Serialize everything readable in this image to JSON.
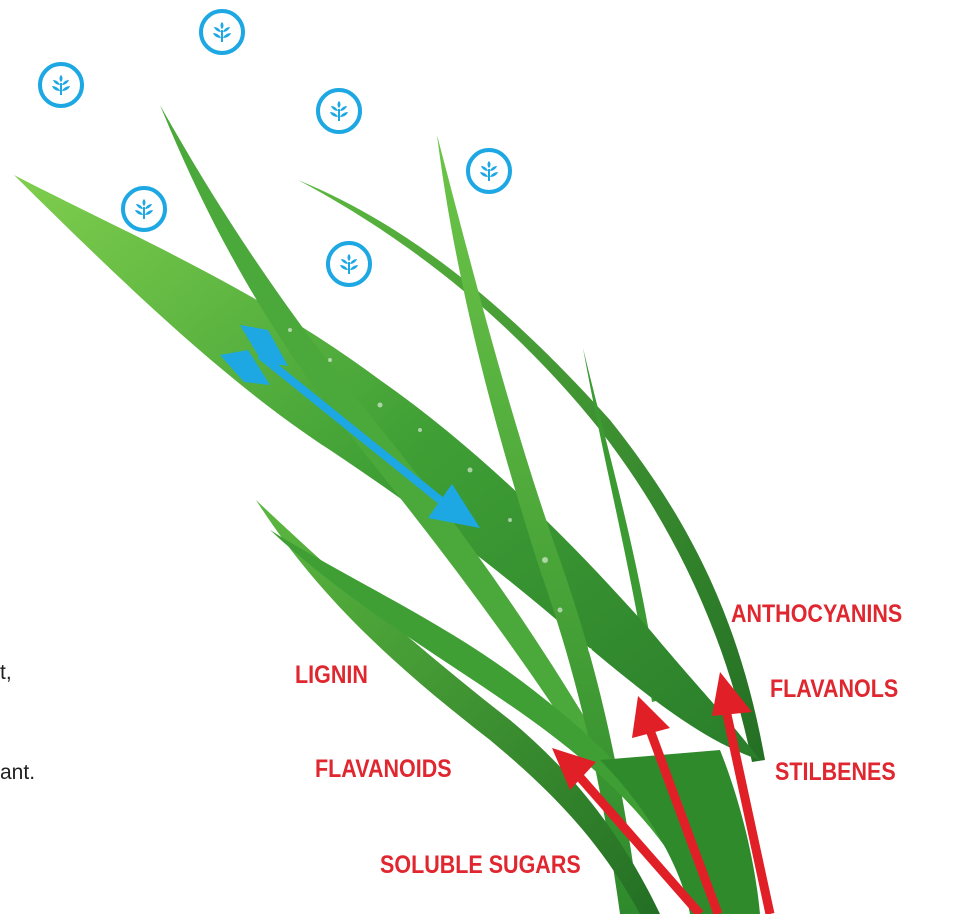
{
  "colors": {
    "label_red": "#e0262e",
    "icon_blue": "#1da8e4",
    "leaf_green": "#43a83a",
    "arrow_red": "#e11f26"
  },
  "icons": {
    "badge_icon": "sprout-leaves-icon"
  },
  "labels": {
    "anthocyanins": "ANTHOCYANINS",
    "flavanols": "FLAVANOLS",
    "stilbenes": "STILBENES",
    "lignin": "LIGNIN",
    "flavanoids": "FLAVANOIDS",
    "soluble_sugars": "SOLUBLE SUGARS"
  },
  "edge_text": {
    "fragment_1": "t,",
    "fragment_2": "ant."
  }
}
